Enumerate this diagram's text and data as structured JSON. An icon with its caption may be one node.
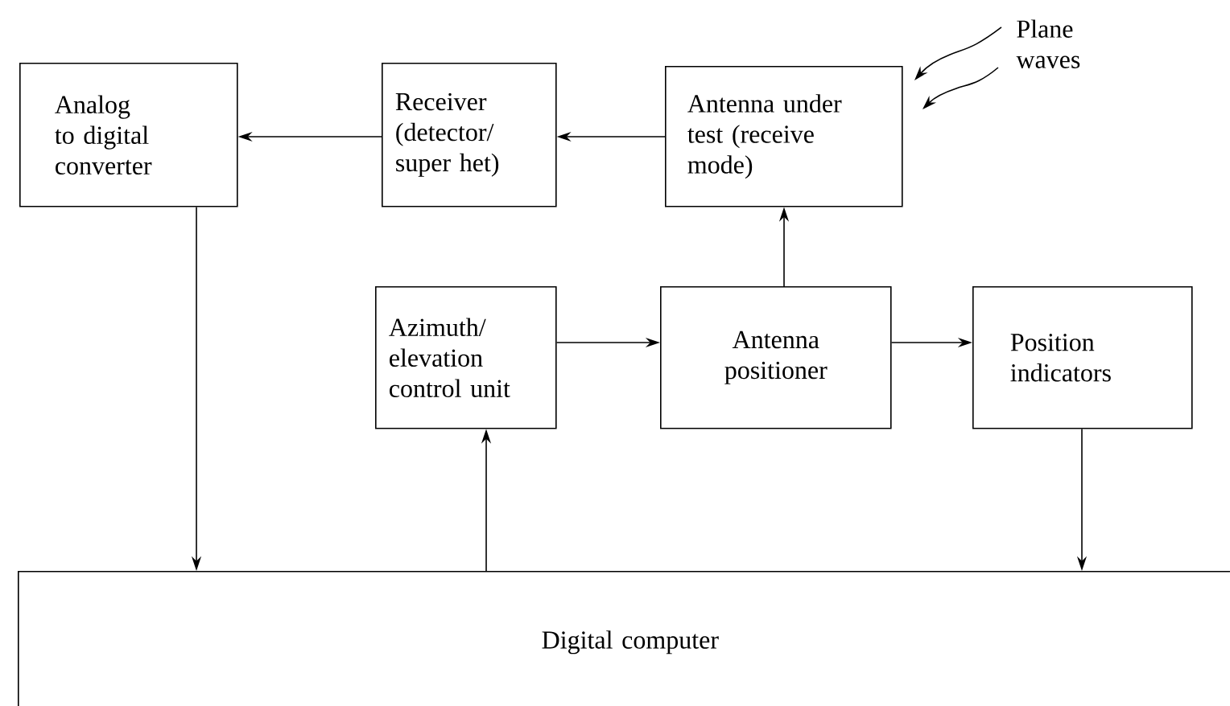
{
  "diagram": {
    "nodes": [
      {
        "text": [
          "Analog to digital converter"
        ]
      },
      {
        "text": [
          "Receiver (detector/ super het)"
        ]
      },
      {
        "text": [
          "Antenna under test (receive mode)"
        ]
      },
      {
        "text": [
          "Azimuth/ elevation control unit"
        ]
      },
      {
        "text": [
          "Antenna positioner"
        ]
      },
      {
        "text": [
          "Position indicators"
        ]
      },
      {
        "text": [
          "Digital computer"
        ]
      }
    ],
    "edges": [
      {
        "from": 2,
        "to": 1,
        "arrow": "to"
      },
      {
        "from": 1,
        "to": 0,
        "arrow": "to"
      },
      {
        "from": 4,
        "to": 2,
        "arrow": "to"
      },
      {
        "from": 3,
        "to": 4,
        "arrow": "to"
      },
      {
        "from": 4,
        "to": 5,
        "arrow": "to"
      },
      {
        "from": 0,
        "to": 6,
        "arrow": "to"
      },
      {
        "from": 6,
        "to": 3,
        "arrow": "to"
      },
      {
        "from": 5,
        "to": 6,
        "arrow": "to"
      }
    ],
    "labels": [
      "Plane waves"
    ]
  }
}
